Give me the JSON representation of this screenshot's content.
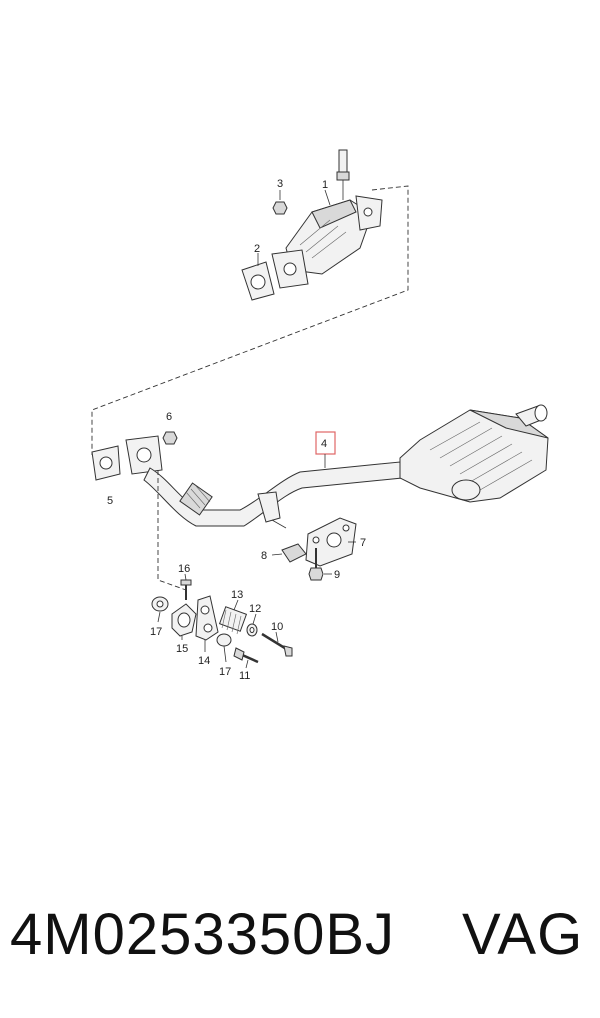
{
  "diagram": {
    "callouts": {
      "c1": "1",
      "c2": "2",
      "c3": "3",
      "c4": "4",
      "c5": "5",
      "c6": "6",
      "c7": "7",
      "c8": "8",
      "c9": "9",
      "c10": "10",
      "c11": "11",
      "c12": "12",
      "c13": "13",
      "c14": "14",
      "c15": "15",
      "c16": "16",
      "c17a": "17",
      "c17b": "17"
    },
    "highlighted_callout": "4",
    "highlight_color": "#e06666"
  },
  "caption": {
    "part_number": "4M0253350BJ",
    "brand": "VAG"
  }
}
